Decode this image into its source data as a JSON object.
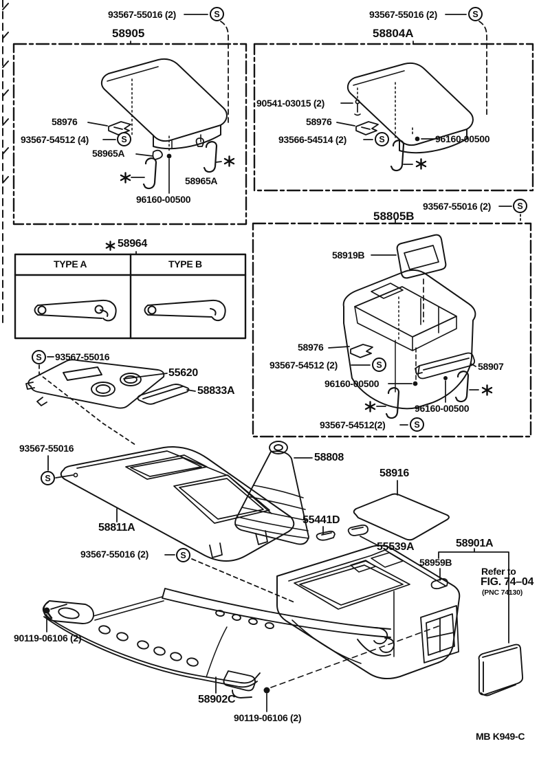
{
  "sym": {
    "s": "S"
  },
  "boxes": {
    "b58905": {
      "title": "58905"
    },
    "b58804A": {
      "title": "58804A"
    },
    "b58805B": {
      "title": "58805B"
    }
  },
  "table": {
    "title": "58964",
    "type_a": "TYPE A",
    "type_b": "TYPE B"
  },
  "labels": {
    "screw_55016_2": "93567-55016 (2)",
    "screw_55016": "93567-55016",
    "screw_54512_4": "93567-54512 (4)",
    "screw_54512_2": "93567-54512 (2)",
    "screw_54512_2_tight": "93567-54512(2)",
    "screw_54514_2": "93566-54514 (2)",
    "pin_90541": "90541-03015 (2)",
    "clip_58976": "58976",
    "hinge_58965A": "58965A",
    "grommet_96160": "96160-00500",
    "bezel_58919B": "58919B",
    "hinge_58907": "58907",
    "tray_55620": "55620",
    "trim_58833A": "58833A",
    "console_front_58811A": "58811A",
    "boot_58808": "58808",
    "mat_58916": "58916",
    "clip_55441D": "55441D",
    "cover_55539A": "55539A",
    "console_rear_58901A": "58901A",
    "clip_58959B": "58959B",
    "bracket_58902C": "58902C",
    "bolt_90119": "90119-06106 (2)"
  },
  "note": {
    "line1": "Refer to",
    "line2": "FIG. 74–04",
    "line3": "(PNC 74130)"
  },
  "footer": {
    "drawing_code": "MB K949-C"
  }
}
